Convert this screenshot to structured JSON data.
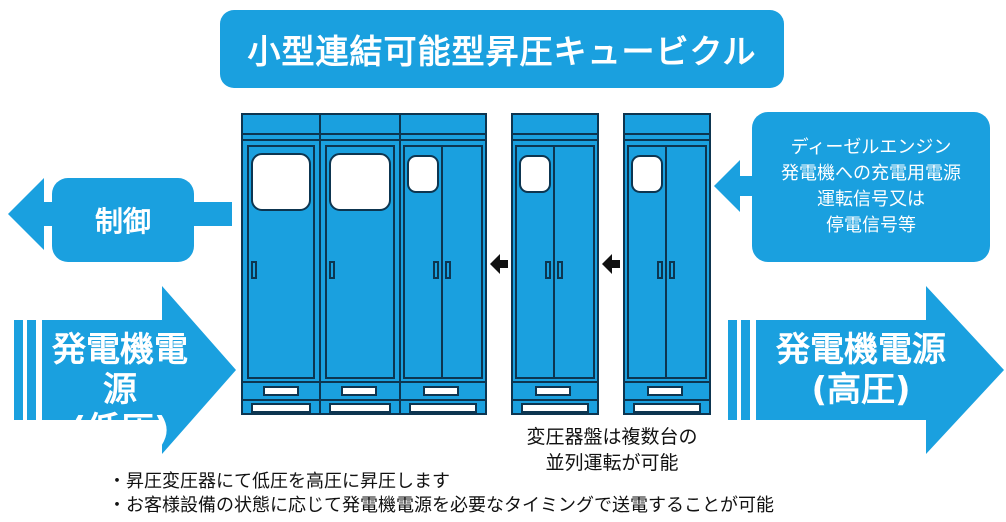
{
  "title": "小型連結可能型昇圧キュービクル",
  "control_label": "制御",
  "signal_lines": [
    "ディーゼルエンジン",
    "発電機への充電用電源",
    "運転信号又は",
    "停電信号等"
  ],
  "low_voltage": {
    "line1": "発電機電源",
    "line2": "(低圧)"
  },
  "high_voltage": {
    "line1": "発電機電源",
    "line2": "(高圧)"
  },
  "transformer_caption": [
    "変圧器盤は複数台の",
    "並列運転が可能"
  ],
  "notes": [
    "・昇圧変圧器にて低圧を高圧に昇圧します",
    "・お客様設備の状態に応じて発電機電源を必要なタイミングで送電することが可能"
  ],
  "colors": {
    "primary": "#1aa0df",
    "outline": "#0d3550",
    "arrow_dark": "#111111"
  },
  "icons": [
    "arrow-left-icon",
    "arrow-right-icon"
  ]
}
